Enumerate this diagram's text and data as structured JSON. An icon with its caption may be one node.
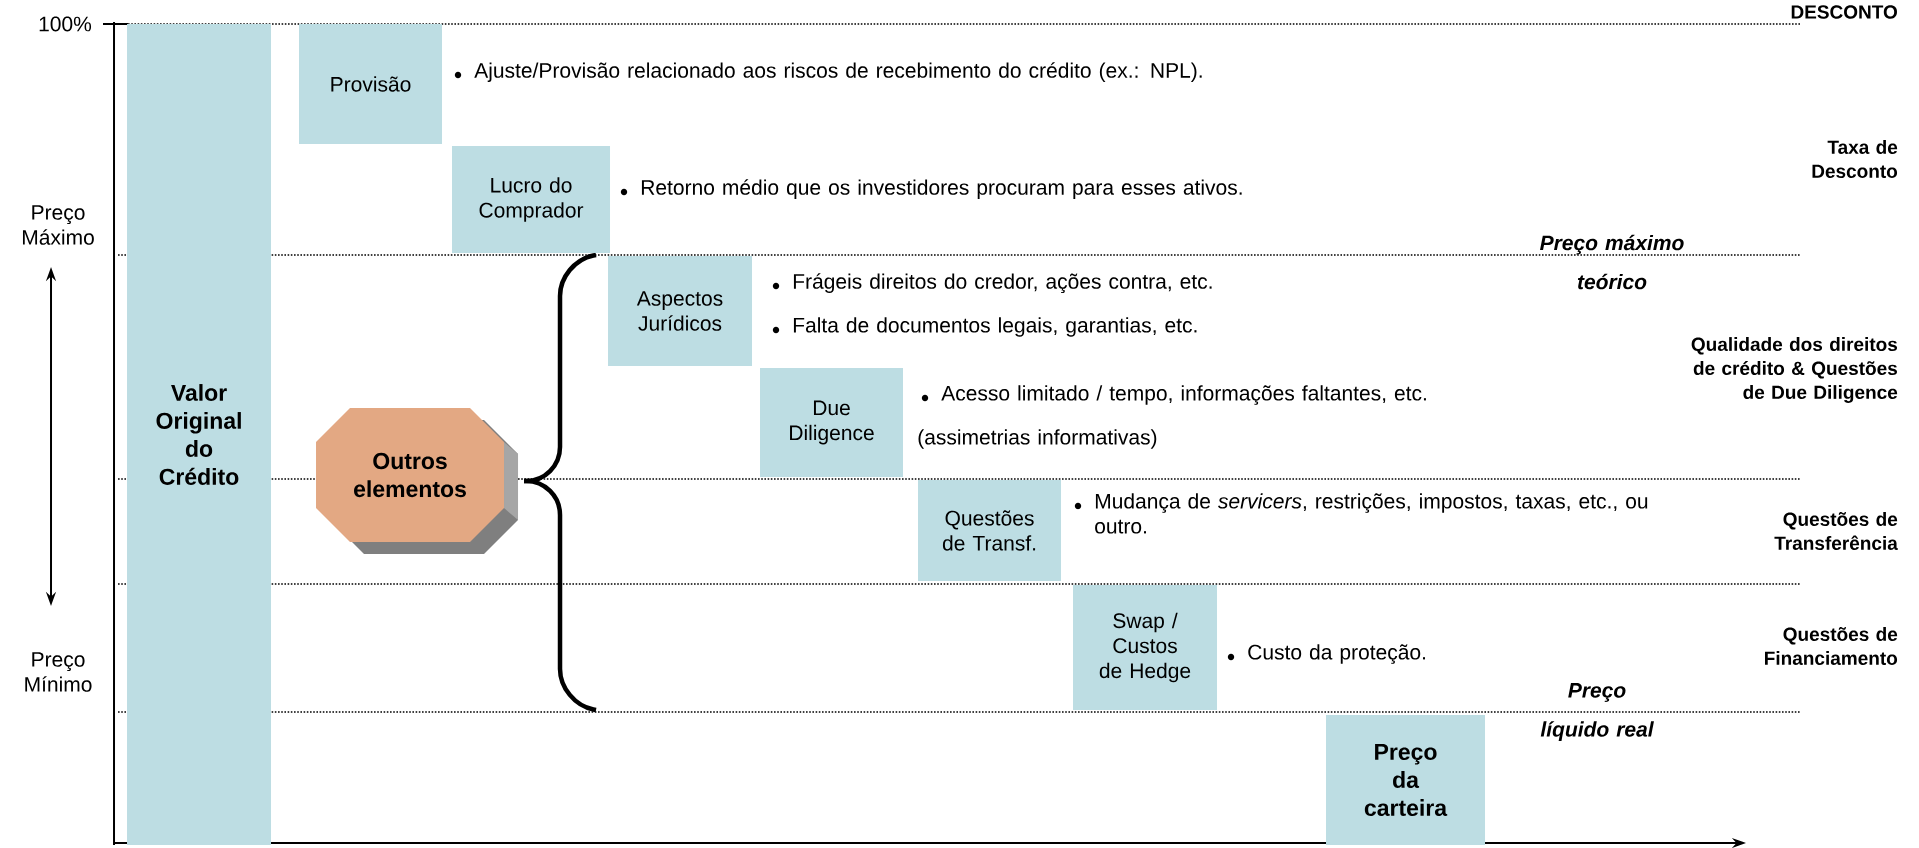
{
  "diagram": {
    "nodes": [
      {
        "text": [
          "Valor Original do Crédito"
        ]
      },
      {
        "text": [
          "Outros elementos"
        ]
      },
      {
        "text": [
          "Provisão"
        ],
        "beside": [
          "Ajuste/Provisão relacionado aos riscos de recebimento do crédito (ex.: NPL)."
        ]
      },
      {
        "text": [
          "Lucro do Comprador"
        ],
        "beside": [
          "Retorno médio que os investidores procuram para esses ativos."
        ]
      },
      {
        "text": [
          "Aspectos Jurídicos"
        ],
        "beside": [
          "Frágeis direitos do credor, ações contra, etc.",
          "Falta de documentos legais, garantias, etc."
        ]
      },
      {
        "text": [
          "Due Diligence"
        ],
        "beside": [
          "Acesso limitado / tempo, informações faltantes, etc.",
          "(assimetrias informativas)"
        ]
      },
      {
        "text": [
          "Questões de Transf."
        ],
        "beside": [
          "Mudança de *servicers*, restrições, impostos, taxas, etc., ou outro."
        ]
      },
      {
        "text": [
          "Swap / Custos de Hedge"
        ],
        "beside": [
          "Custo da proteção."
        ]
      },
      {
        "text": [
          "Preço da carteira"
        ]
      }
    ],
    "labels": [
      "100%",
      "Preço Máximo",
      "Preço Mínimo",
      "DESCONTO",
      "Taxa de Desconto",
      "Preço máximo teórico",
      "Qualidade dos direitos de crédito & Questões de Due Diligence",
      "Questões de Transferência",
      "Questões de Financiamento",
      "Preço líquido real"
    ]
  }
}
